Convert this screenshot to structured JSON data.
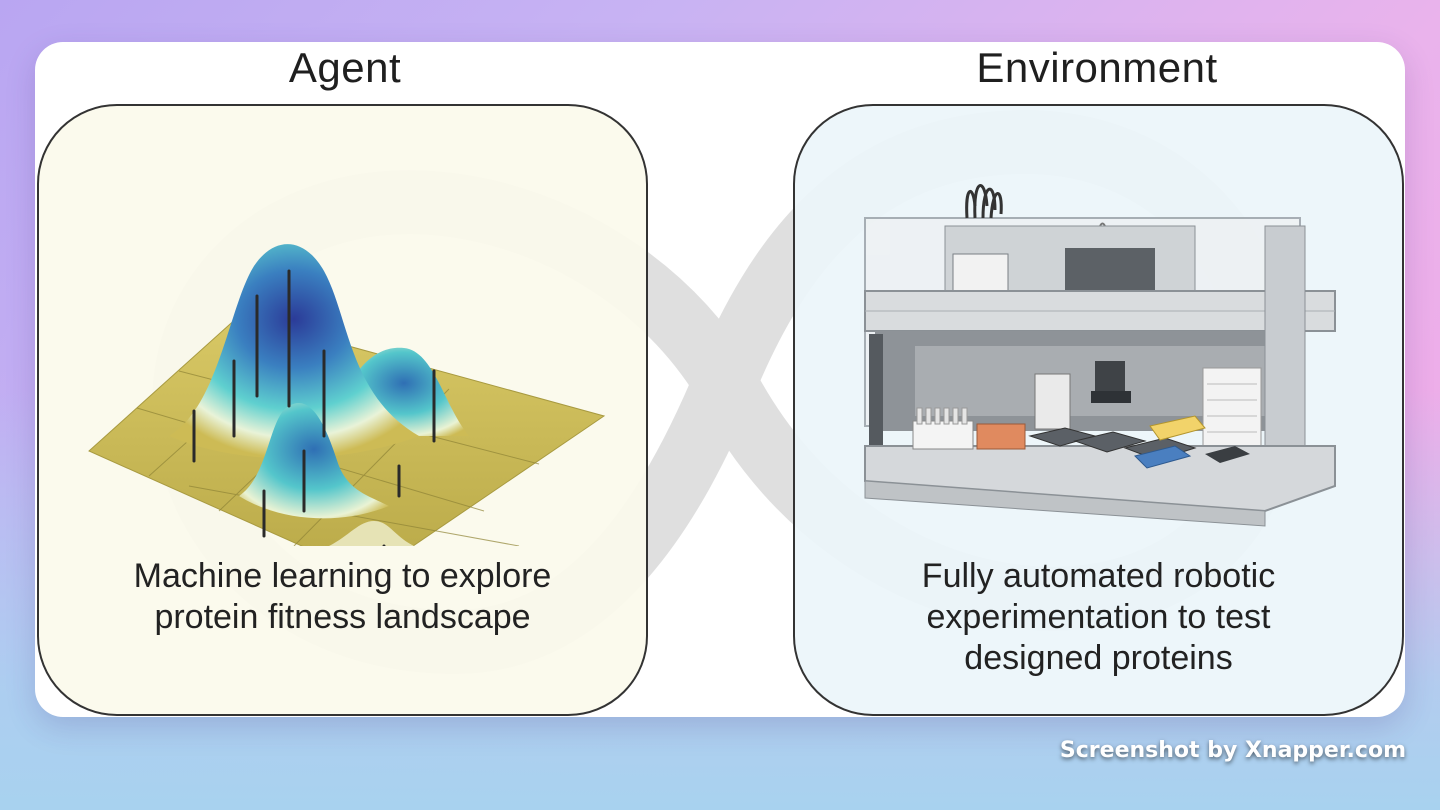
{
  "agent": {
    "title": "Agent",
    "caption_lines": [
      "Machine learning to explore",
      "protein fitness landscape"
    ]
  },
  "environment": {
    "title": "Environment",
    "caption_lines": [
      "Fully automated robotic",
      "experimentation to test",
      "designed proteins"
    ]
  },
  "credit": "Screenshot by Xnapper.com",
  "colors": {
    "agent_panel_bg": "#fbfaec",
    "environment_panel_bg": "#ecf5fa",
    "loop_watermark": "#cfcfcf",
    "landscape_peak": "#3a4fa6",
    "landscape_mid": "#4fc7c9",
    "landscape_base": "#cdbb55"
  },
  "icons": [
    "infinity-loop-icon",
    "fitness-landscape-illustration",
    "lab-robot-illustration"
  ]
}
